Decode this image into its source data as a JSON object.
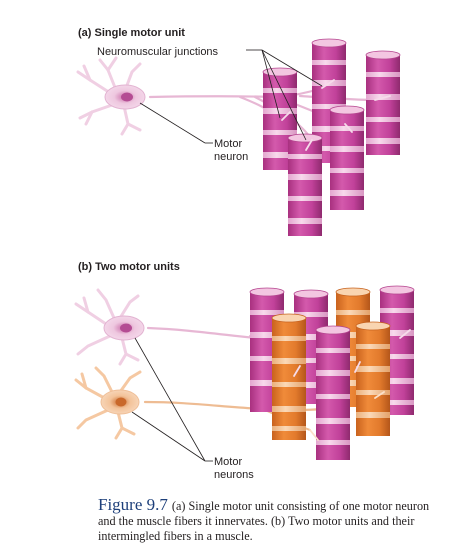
{
  "panel_a": {
    "title": "(a) Single motor unit",
    "junction_label": "Neuromuscular junctions",
    "neuron_label_line1": "Motor",
    "neuron_label_line2": "neuron"
  },
  "panel_b": {
    "title": "(b) Two motor units",
    "neuron_label_line1": "Motor",
    "neuron_label_line2": "neurons"
  },
  "caption": {
    "figure_label": "Figure 9.7",
    "text": "(a) Single motor unit consisting of one motor neuron and the muscle fibers it innervates. (b) Two motor units and their intermingled fibers in a muscle."
  },
  "colors": {
    "pink_fiber": "#c4479a",
    "pink_band": "#f2c3e0",
    "orange_fiber": "#e2782b",
    "orange_band": "#f7c79a",
    "pink_neuron": "#f0cfe3",
    "orange_neuron": "#f5c8a2",
    "nerve_pink": "#e7b7d4",
    "nerve_orange": "#eebc93"
  }
}
